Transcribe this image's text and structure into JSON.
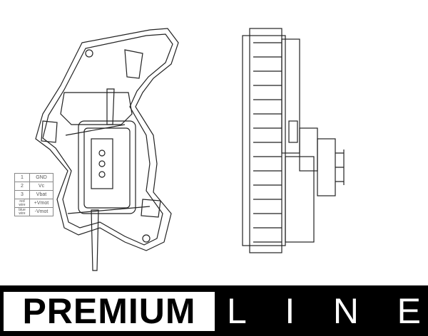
{
  "pin_table": {
    "rows": [
      {
        "pin": "1",
        "signal": "GND"
      },
      {
        "pin": "2",
        "signal": "Vc"
      },
      {
        "pin": "3",
        "signal": "Vbat"
      },
      {
        "pin": "red wire",
        "signal": "+Vmot"
      },
      {
        "pin": "blue wire",
        "signal": "-Vmot"
      }
    ]
  },
  "banner": {
    "premium": "PREMIUM",
    "line_letters": [
      "L",
      "I",
      "N",
      "E"
    ]
  }
}
